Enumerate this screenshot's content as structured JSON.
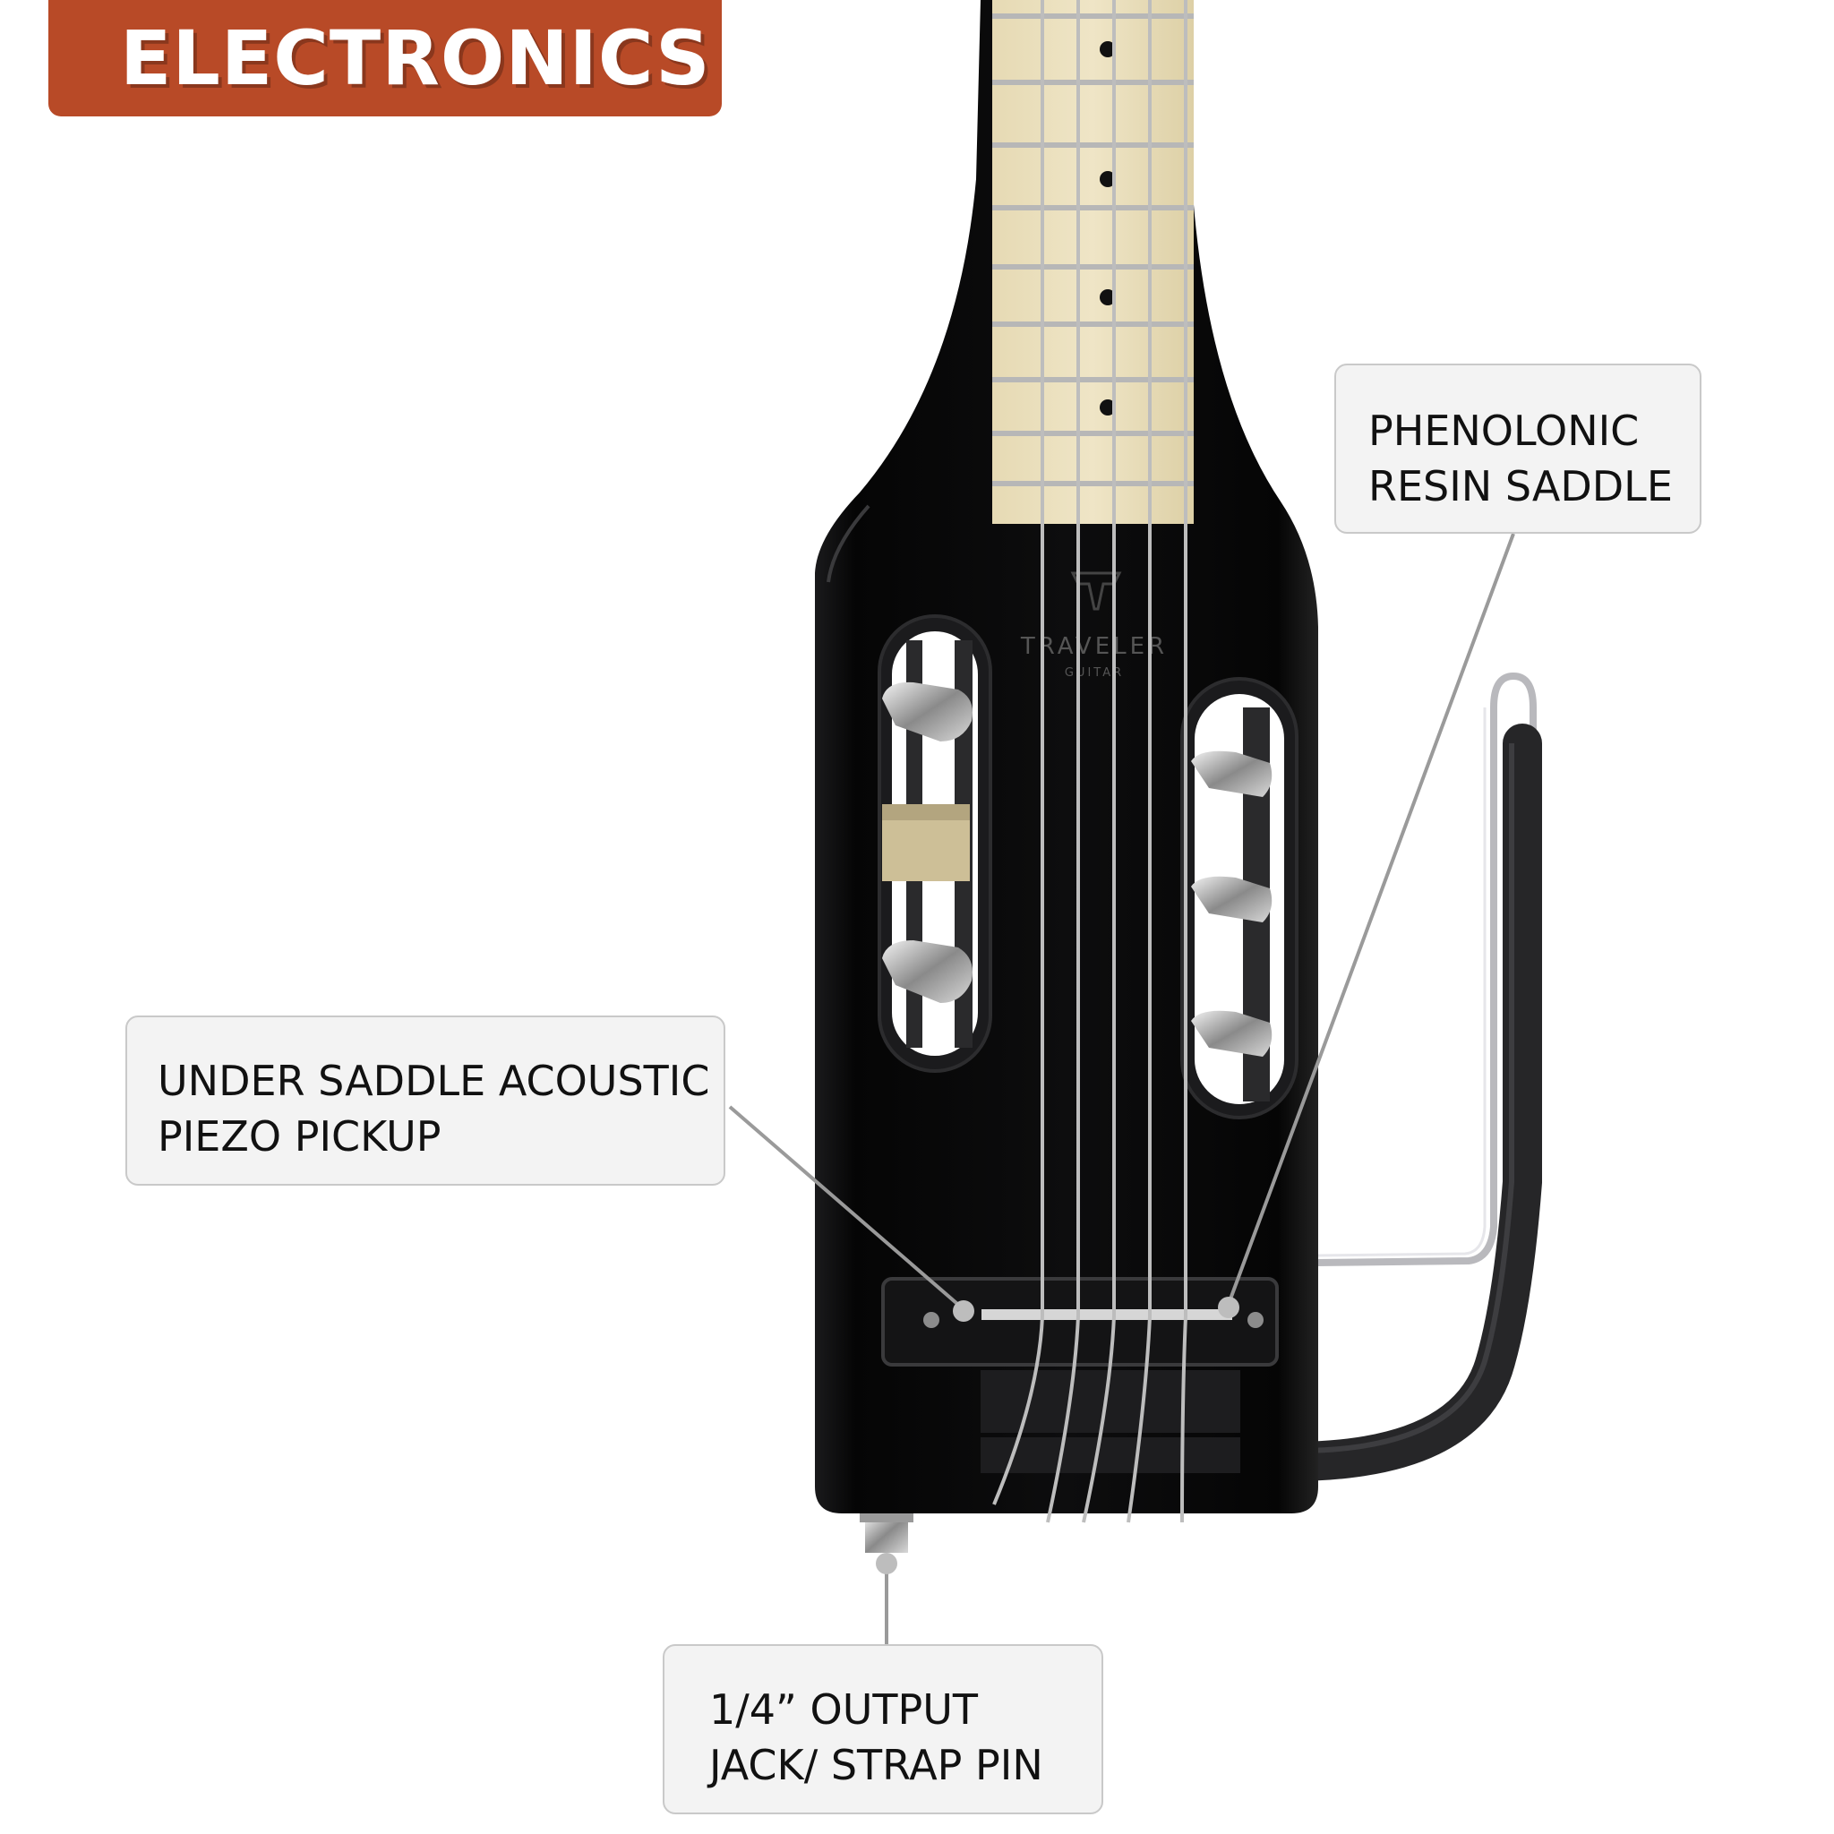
{
  "banner": {
    "title": "ELECTRONICS",
    "color": "#b84a27"
  },
  "brand_logo": {
    "name": "TRAVELER",
    "sub": "GUITAR"
  },
  "callouts": {
    "saddle": {
      "line1": "PHENOLONIC",
      "line2": "RESIN SADDLE"
    },
    "pickup": {
      "line1": "UNDER SADDLE ACOUSTIC",
      "line2": "PIEZO PICKUP"
    },
    "jack": {
      "line1": "1/4” OUTPUT",
      "line2": "JACK/ STRAP PIN"
    }
  },
  "colors": {
    "body": "#0b0b0c",
    "fretboard": "#e8dcb8",
    "callout_bg": "#f3f3f3",
    "leader": "#9a9a9a"
  }
}
